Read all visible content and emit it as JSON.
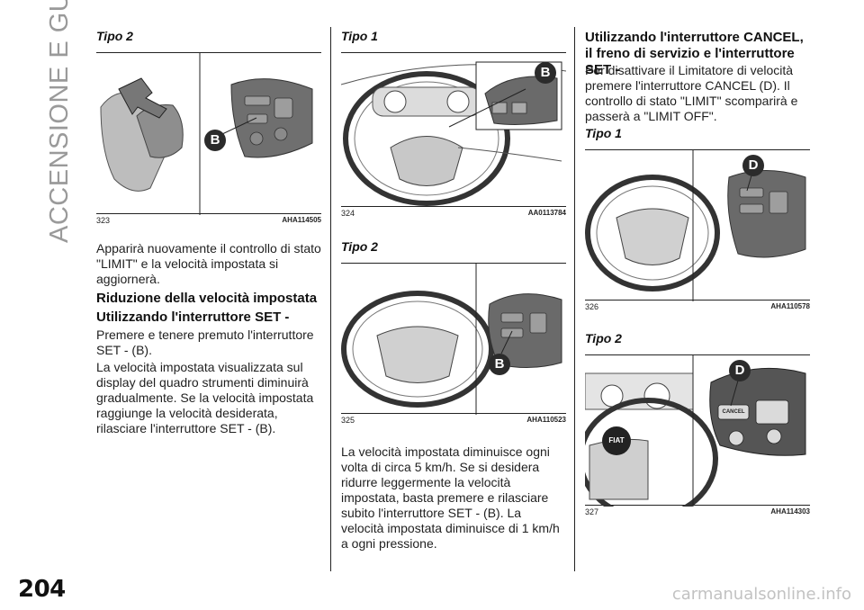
{
  "section_title": "ACCENSIONE E GUIDA",
  "page_number": "204",
  "watermark": "carmanualsonline.info",
  "col1": {
    "heading": "Tipo 2",
    "figure": {
      "number": "323",
      "code": "AHA114505",
      "callout": "B"
    },
    "para1": "Apparirà nuovamente il controllo di stato \"LIMIT\" e la velocità impostata si aggiornerà.",
    "subhead1": "Riduzione della velocità impostata",
    "subhead2": "Utilizzando l'interruttore SET -",
    "para2": "Premere e tenere premuto l'interruttore SET - (B).",
    "para3": "La velocità impostata visualizzata sul display del quadro strumenti diminuirà gradualmente. Se la velocità impostata raggiunge la velocità desiderata, rilasciare l'interruttore SET - (B)."
  },
  "col2": {
    "heading1": "Tipo 1",
    "figure1": {
      "number": "324",
      "code": "AA0113784",
      "callout": "B"
    },
    "heading2": "Tipo 2",
    "figure2": {
      "number": "325",
      "code": "AHA110523",
      "callout": "B"
    },
    "para1": "La velocità impostata diminuisce ogni volta di circa 5 km/h. Se si desidera ridurre leggermente la velocità impostata, basta premere e rilasciare subito l'interruttore SET - (B). La velocità impostata diminuisce di 1 km/h a ogni pressione."
  },
  "col3": {
    "subhead": "Utilizzando l'interruttore CANCEL, il freno di servizio e l'interruttore SET -",
    "para1": "Per disattivare il Limitatore di velocità premere l'interruttore CANCEL (D). Il controllo di stato \"LIMIT\" scomparirà e passerà a \"LIMIT OFF\".",
    "heading1": "Tipo 1",
    "figure1": {
      "number": "326",
      "code": "AHA110578",
      "callout": "D"
    },
    "heading2": "Tipo 2",
    "figure2": {
      "number": "327",
      "code": "AHA114303",
      "callout": "D",
      "logo": "FIAT",
      "button_label": "CANCEL"
    }
  }
}
